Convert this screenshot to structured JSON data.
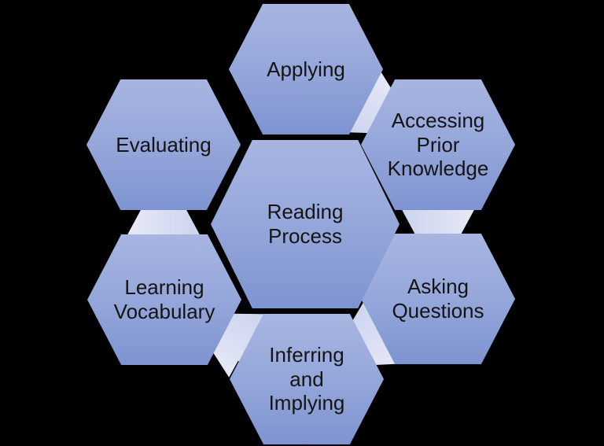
{
  "diagram": {
    "type": "hexagon-cluster",
    "background": "#000000",
    "center": {
      "id": "reading-process",
      "label": "Reading\nProcess"
    },
    "nodes": [
      {
        "id": "applying",
        "label": "Applying"
      },
      {
        "id": "accessing-prior-knowledge",
        "label": "Accessing\nPrior\nKnowledge"
      },
      {
        "id": "asking-questions",
        "label": "Asking\nQuestions"
      },
      {
        "id": "inferring-and-implying",
        "label": "Inferring\nand\nImplying"
      },
      {
        "id": "learning-vocabulary",
        "label": "Learning\nVocabulary"
      },
      {
        "id": "evaluating",
        "label": "Evaluating"
      }
    ],
    "connectors": [
      {
        "from": "applying",
        "to": "accessing-prior-knowledge"
      },
      {
        "from": "accessing-prior-knowledge",
        "to": "asking-questions"
      },
      {
        "from": "asking-questions",
        "to": "inferring-and-implying"
      },
      {
        "from": "inferring-and-implying",
        "to": "learning-vocabulary"
      },
      {
        "from": "learning-vocabulary",
        "to": "evaluating"
      }
    ],
    "colors": {
      "bg": "#000000",
      "hex-top": "#a8b5e1",
      "hex-bottom": "#7e93d1",
      "conn-top": "#e6e9f6",
      "conn-bottom": "#ccd4ee",
      "text": "#141414"
    }
  }
}
